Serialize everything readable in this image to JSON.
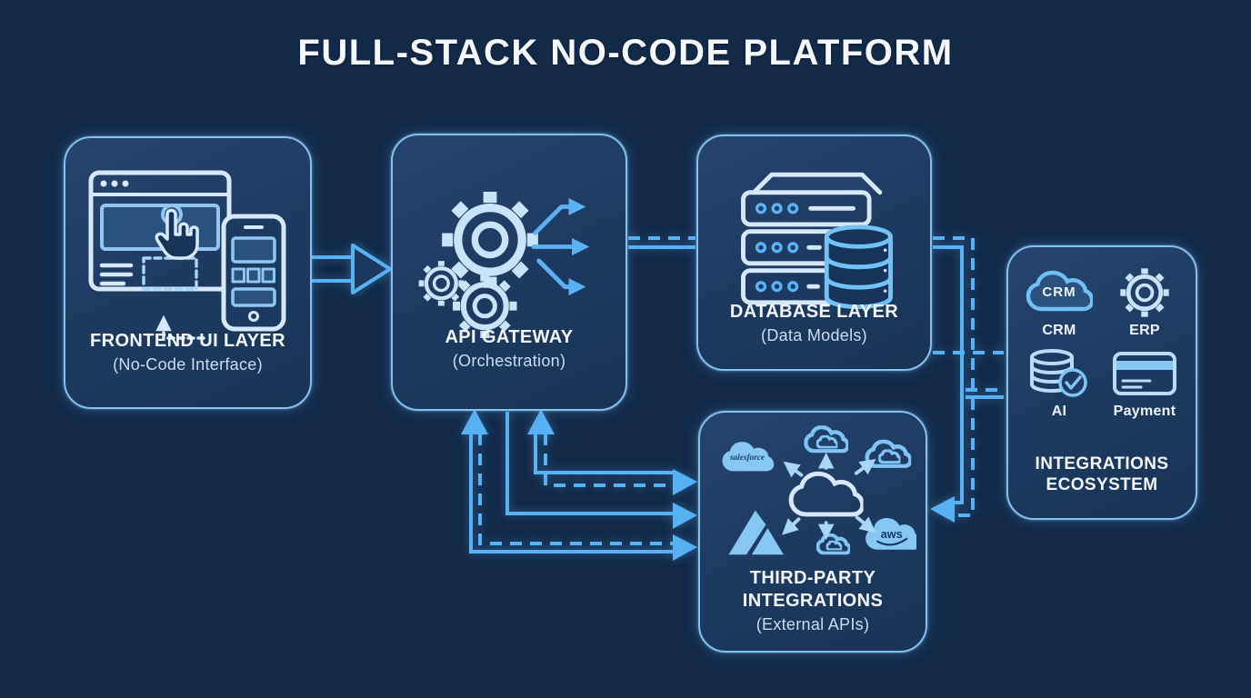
{
  "title": "FULL-STACK NO-CODE PLATFORM",
  "boxes": {
    "frontend": {
      "label": "FRONTEND UI LAYER",
      "sublabel": "(No-Code Interface)"
    },
    "gateway": {
      "label": "API GATEWAY",
      "sublabel": "(Orchestration)"
    },
    "database": {
      "label": "DATABASE LAYER",
      "sublabel": "(Data Models)"
    },
    "thirdparty": {
      "label1": "THIRD-PARTY",
      "label2": "INTEGRATIONS",
      "sublabel": "(External APIs)"
    },
    "ecosystem": {
      "label1": "INTEGRATIONS",
      "label2": "ECOSYSTEM",
      "items": [
        {
          "name": "CRM"
        },
        {
          "name": "ERP"
        },
        {
          "name": "AI"
        },
        {
          "name": "Payment"
        }
      ]
    }
  },
  "badges": {
    "crm_cloud": "CRM",
    "salesforce": "salesforce",
    "aws": "aws"
  },
  "colors": {
    "background": "#122948",
    "box_fill": "#1c3a60",
    "box_border": "#85c1ee",
    "arrow": "#58b1f3",
    "icon_light": "#d6e9fb",
    "icon_accent": "#6fc0f6"
  }
}
